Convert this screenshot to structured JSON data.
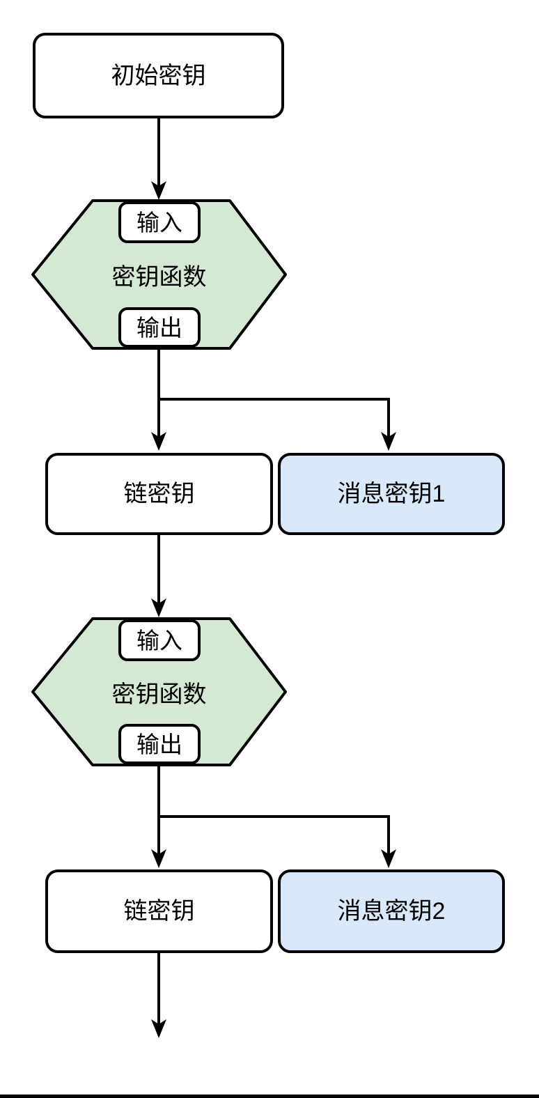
{
  "colors": {
    "background": "#ffffff",
    "node_fill": "#ffffff",
    "kdf_fill": "#d5e8d4",
    "message_key_fill": "#dae8fc",
    "stroke": "#000000"
  },
  "nodes": {
    "initial_key": {
      "label": "初始密钥"
    },
    "kdf1": {
      "input": "输入",
      "label": "密钥函数",
      "output": "输出"
    },
    "chain_key_1": {
      "label": "链密钥"
    },
    "message_key_1": {
      "label": "消息密钥1"
    },
    "kdf2": {
      "input": "输入",
      "label": "密钥函数",
      "output": "输出"
    },
    "chain_key_2": {
      "label": "链密钥"
    },
    "message_key_2": {
      "label": "消息密钥2"
    }
  }
}
